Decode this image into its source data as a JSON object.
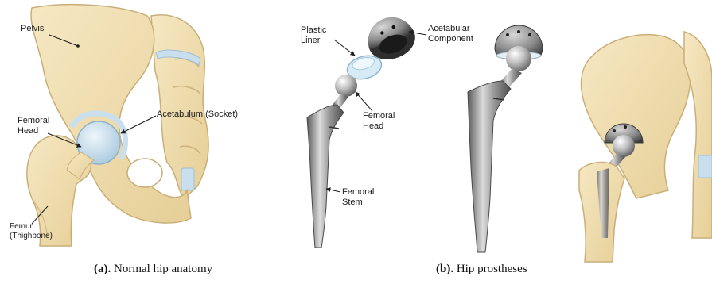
{
  "panel_a": {
    "labels": {
      "pelvis": "Pelvis",
      "acetabulum": "Acetabulum (Socket)",
      "femoral_head": "Femoral\nHead",
      "femur": "Femur\n(Thighbone)"
    },
    "caption_tag": "(a).",
    "caption_text": " Normal hip anatomy"
  },
  "panel_b": {
    "labels": {
      "plastic_liner": "Plastic\nLiner",
      "acetabular_component": "Acetabular\nComponent",
      "femoral_head": "Femoral\nHead",
      "femoral_stem": "Femoral\nStem"
    },
    "caption_tag": "(b).",
    "caption_text": " Hip prostheses"
  },
  "colors": {
    "bone": "#f1dfb2",
    "bone_edge": "#c9ae79",
    "cartilage": "#c9dfee",
    "metal_dark": "#6e6e6e",
    "metal_light": "#e4e4e4",
    "liner": "#d6ebf5"
  }
}
